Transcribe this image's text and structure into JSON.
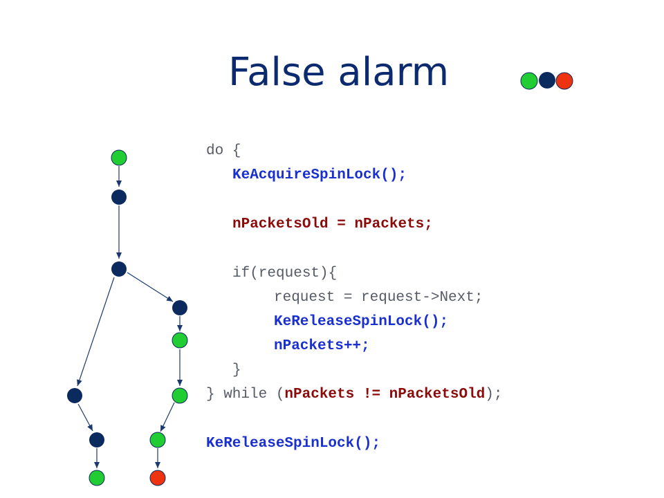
{
  "slide": {
    "title": "False alarm"
  },
  "logo": {
    "dots": [
      "#22cc33",
      "#0b2a5e",
      "#ee3311"
    ]
  },
  "colors": {
    "green": "#22cc33",
    "navy": "#0b2a5e",
    "red": "#ee3311",
    "edge": "#1a3a6e"
  },
  "code": {
    "line1": "do {",
    "line2": "KeAcquireSpinLock();",
    "line3": "nPacketsOld = nPackets;",
    "line4": "if(request){",
    "line5": "request = request->Next;",
    "line6": "KeReleaseSpinLock();",
    "line7": "nPackets++;",
    "line8": "}",
    "line9_a": "} while (",
    "line9_b": "nPackets != nPacketsOld",
    "line9_c": ");",
    "line10": "KeReleaseSpinLock();"
  },
  "graph": {
    "node_colors": [
      "green",
      "navy",
      "navy",
      "navy",
      "green",
      "navy",
      "green",
      "navy",
      "green",
      "green",
      "red"
    ]
  }
}
